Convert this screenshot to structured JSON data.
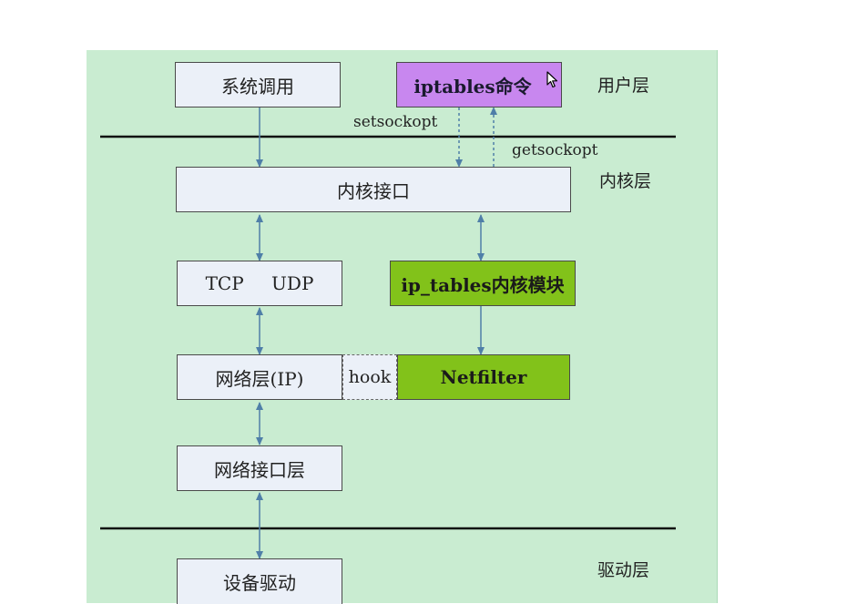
{
  "diagram": {
    "layers": {
      "user": "用户层",
      "kernel": "内核层",
      "driver": "驱动层"
    },
    "nodes": {
      "syscall": "系统调用",
      "iptables_cmd": "iptables命令",
      "kernel_interface": "内核接口",
      "tcp_udp": "TCP UDP",
      "ip_tables_module": "ip_tables内核模块",
      "network_layer": "网络层(IP)",
      "netfilter": "Netfilter",
      "net_interface": "网络接口层",
      "device_driver": "设备驱动"
    },
    "edge_labels": {
      "setsockopt": "setsockopt",
      "getsockopt": "getsockopt",
      "hook": "hook"
    },
    "colors": {
      "background": "#c9ecd1",
      "node_fill": "#ebf0f8",
      "iptables_fill": "#c887ef",
      "netfilter_fill": "#82c21a",
      "arrow": "#4f7fa8"
    }
  }
}
